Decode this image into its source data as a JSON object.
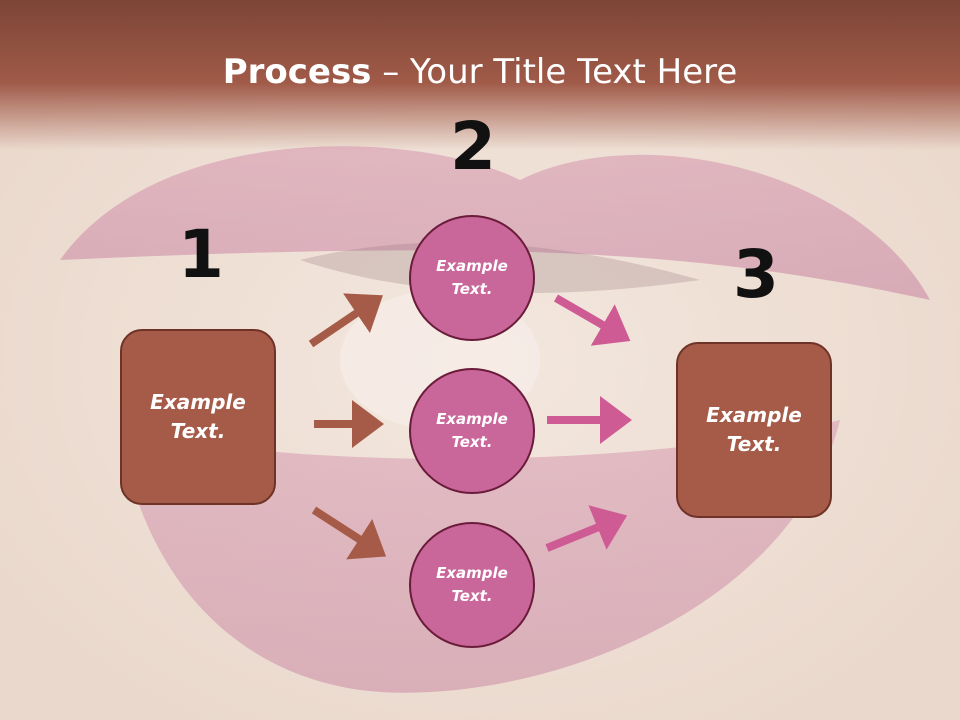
{
  "title": {
    "bold": "Process",
    "rest": " – Your Title Text Here"
  },
  "steps": {
    "one": "1",
    "two": "2",
    "three": "3"
  },
  "boxes": {
    "left": [
      "Example",
      "Text."
    ],
    "right": [
      "Example",
      "Text."
    ]
  },
  "circles": [
    {
      "line1": "Example",
      "line2": "Text."
    },
    {
      "line1": "Example",
      "line2": "Text."
    },
    {
      "line1": "Example",
      "line2": "Text."
    }
  ],
  "colors": {
    "box": "#a65b48",
    "circle": "#c9669a",
    "arrow_left": "#a65b48",
    "arrow_right": "#cf5b95"
  }
}
